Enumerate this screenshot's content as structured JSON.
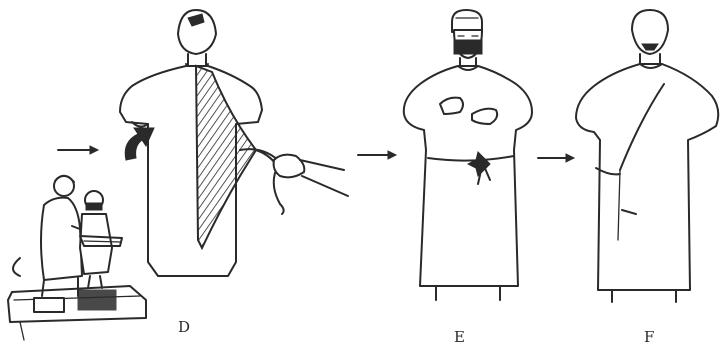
{
  "figure": {
    "panels": [
      {
        "id": "D",
        "label": "D"
      },
      {
        "id": "E",
        "label": "E"
      },
      {
        "id": "F",
        "label": "F"
      }
    ]
  },
  "colors": {
    "ink": "#2a2a2a",
    "paper": "#ffffff"
  }
}
